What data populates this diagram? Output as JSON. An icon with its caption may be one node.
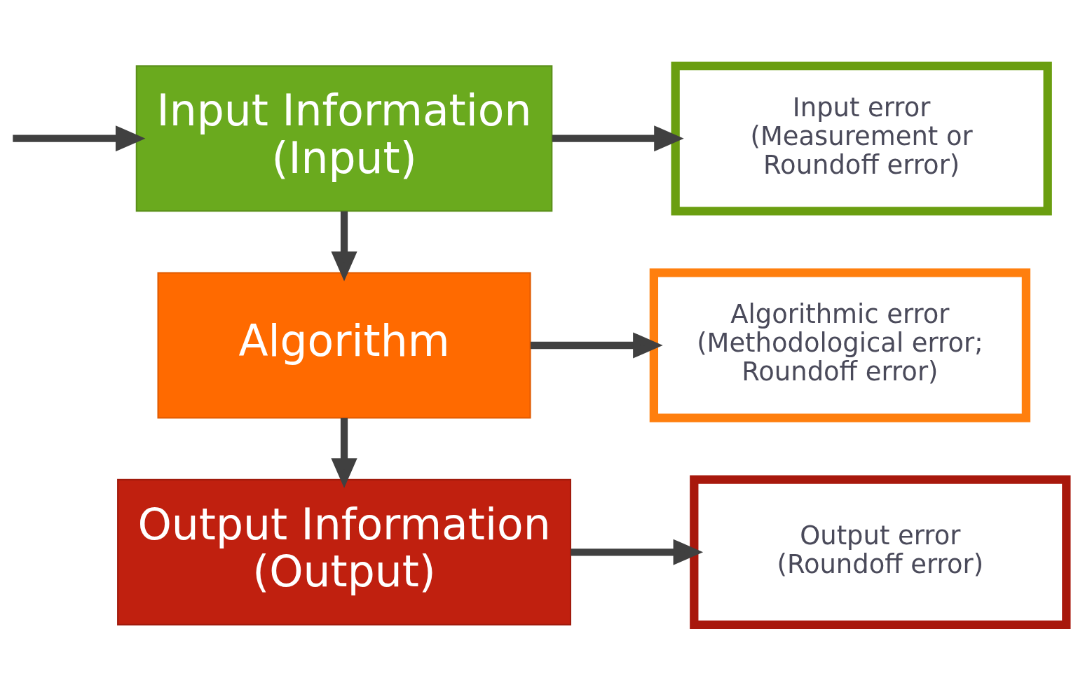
{
  "diagram": {
    "nodes": [
      {
        "text": [
          "Input Information (Input)"
        ]
      },
      {
        "text": [
          "Input error (Measurement or Roundoff error)"
        ]
      },
      {
        "text": [
          "Algorithm"
        ]
      },
      {
        "text": [
          "Algorithmic error (Methodological error; Roundoff error)"
        ]
      },
      {
        "text": [
          "Output Information (Output)"
        ]
      },
      {
        "text": [
          "Output error (Roundoff error)"
        ]
      }
    ],
    "edges": [
      {
        "from": null,
        "to": 0,
        "arrow": "to"
      },
      {
        "from": 0,
        "to": 1,
        "arrow": "to"
      },
      {
        "from": 0,
        "to": 2,
        "arrow": "to"
      },
      {
        "from": 2,
        "to": 3,
        "arrow": "to"
      },
      {
        "from": 2,
        "to": 4,
        "arrow": "to"
      },
      {
        "from": 4,
        "to": 5,
        "arrow": "to"
      }
    ]
  }
}
